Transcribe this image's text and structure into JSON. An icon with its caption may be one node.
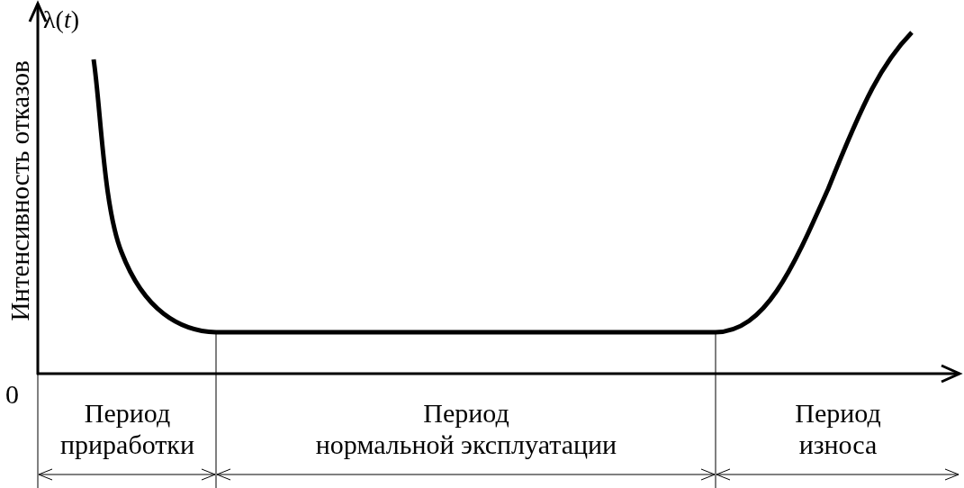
{
  "diagram": {
    "labels": [
      "λ(*t*)",
      "Интенсивность отказов",
      "0",
      "Период приработки",
      "Период нормальной эксплуатации",
      "Период износа"
    ]
  }
}
